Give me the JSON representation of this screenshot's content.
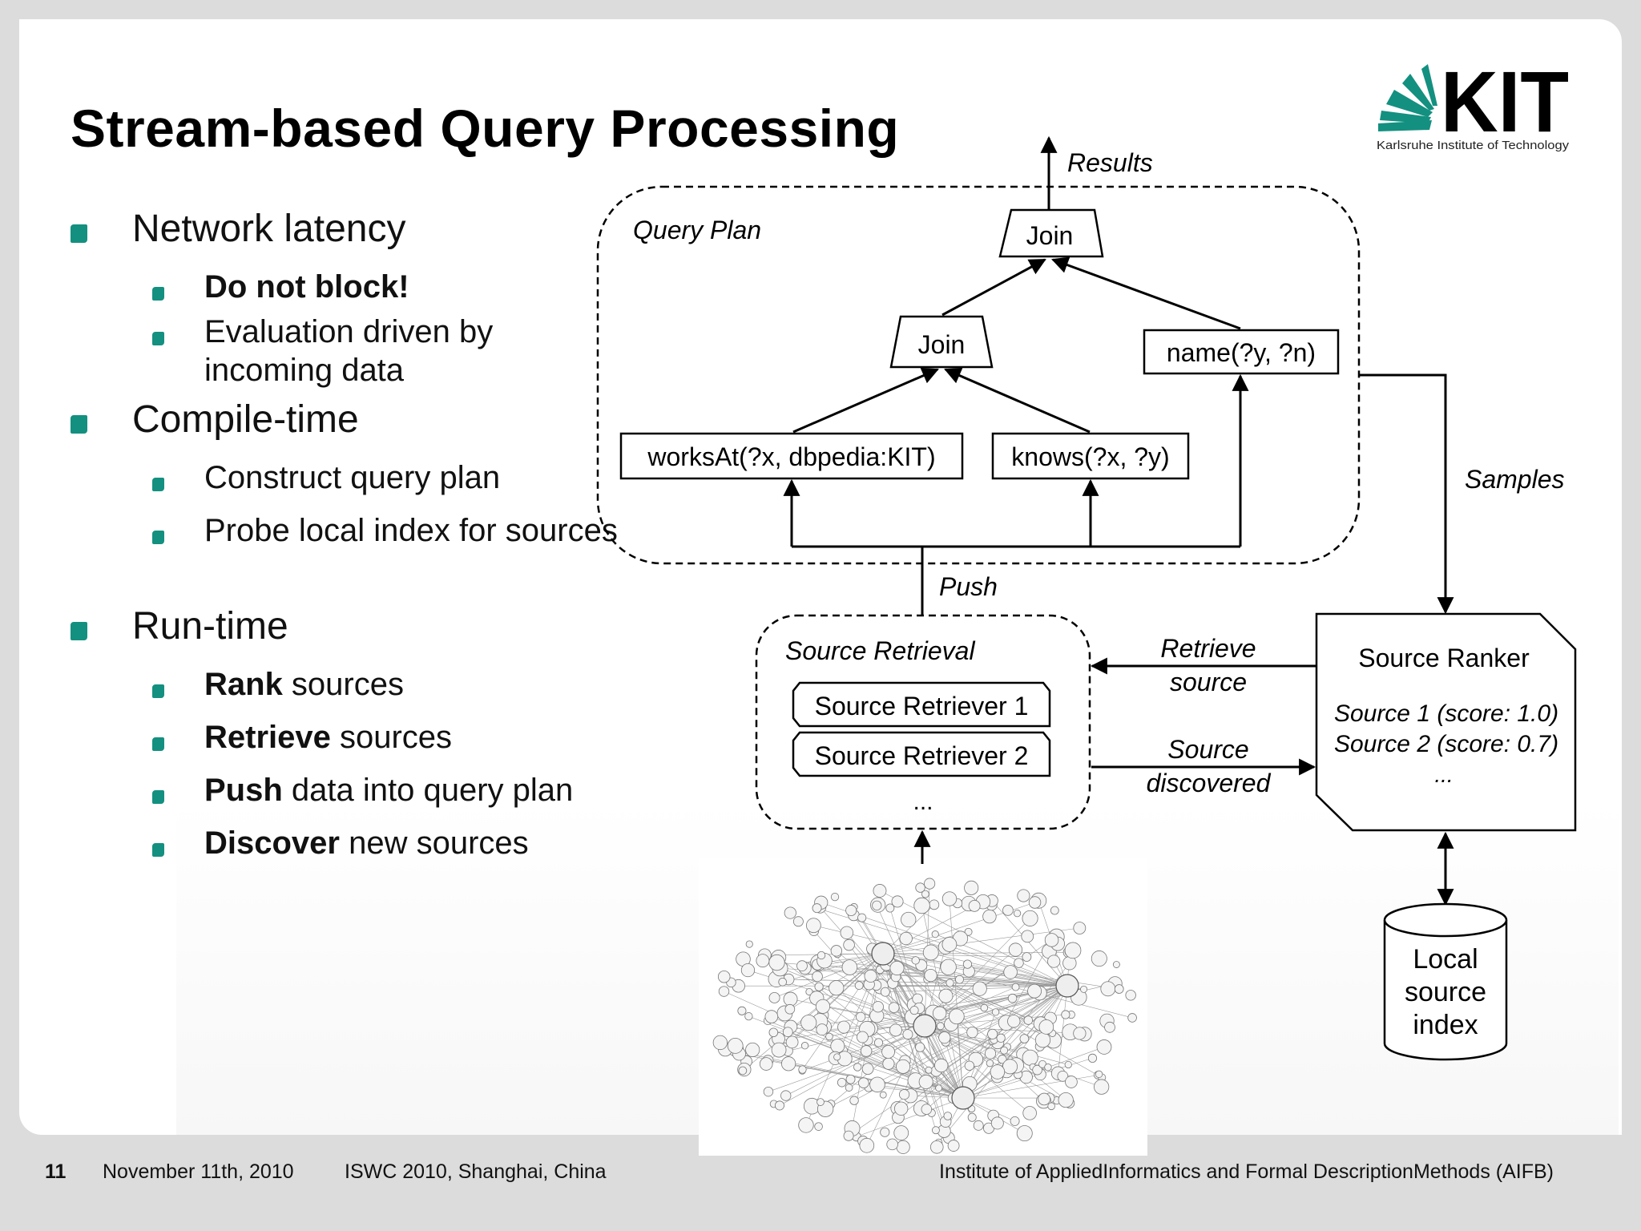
{
  "slide": {
    "title": "Stream-based Query Processing",
    "logo": {
      "mark": "KIT",
      "tagline": "Karlsruhe Institute of Technology"
    }
  },
  "bullets": [
    {
      "level": 1,
      "parts": [
        {
          "text": "Network latency",
          "bold": false
        }
      ]
    },
    {
      "level": 2,
      "parts": [
        {
          "text": "Do not block!",
          "bold": true
        }
      ]
    },
    {
      "level": 2,
      "parts": [
        {
          "text": "Evaluation driven by incoming data",
          "bold": false
        }
      ]
    },
    {
      "level": 1,
      "parts": [
        {
          "text": "Compile-time",
          "bold": false
        }
      ]
    },
    {
      "level": 2,
      "parts": [
        {
          "text": "Construct query plan",
          "bold": false
        }
      ]
    },
    {
      "level": 2,
      "parts": [
        {
          "text": "Probe local index for sources",
          "bold": false
        }
      ]
    },
    {
      "level": 1,
      "parts": [
        {
          "text": "Run-time",
          "bold": false
        }
      ]
    },
    {
      "level": 2,
      "parts": [
        {
          "text": "Rank",
          "bold": true
        },
        {
          "text": " sources",
          "bold": false
        }
      ]
    },
    {
      "level": 2,
      "parts": [
        {
          "text": "Retrieve",
          "bold": true
        },
        {
          "text": " sources",
          "bold": false
        }
      ]
    },
    {
      "level": 2,
      "parts": [
        {
          "text": "Push",
          "bold": true
        },
        {
          "text": " data into query plan",
          "bold": false
        }
      ]
    },
    {
      "level": 2,
      "parts": [
        {
          "text": "Discover",
          "bold": true
        },
        {
          "text": " new sources",
          "bold": false
        }
      ]
    }
  ],
  "diagram": {
    "results_label": "Results",
    "query_plan_label": "Query Plan",
    "join_top": "Join",
    "join_mid": "Join",
    "pattern_name": "name(?y, ?n)",
    "pattern_works": "worksAt(?x, dbpedia:KIT)",
    "pattern_knows": "knows(?x, ?y)",
    "samples_label": "Samples",
    "push_label": "Push",
    "source_retrieval_label": "Source Retrieval",
    "retriever_1": "Source Retriever 1",
    "retriever_2": "Source Retriever 2",
    "retrieval_more": "...",
    "retrieve_source_line1": "Retrieve",
    "retrieve_source_line2": "source",
    "source_discovered_line1": "Source",
    "source_discovered_line2": "discovered",
    "ranker_title": "Source Ranker",
    "ranker_entry_1": "Source 1 (score: 1.0)",
    "ranker_entry_2": "Source 2 (score: 0.7)",
    "ranker_more": "...",
    "index_line1": "Local",
    "index_line2": "source",
    "index_line3": "index"
  },
  "footer": {
    "page_number": "11",
    "date": "November 11th, 2010",
    "event": "ISWC 2010, Shanghai, China",
    "institute": "Institute of AppliedInformatics and Formal DescriptionMethods (AIFB)"
  },
  "colors": {
    "accent": "#139080",
    "text": "#111111",
    "frame": "#dcdcdc"
  }
}
